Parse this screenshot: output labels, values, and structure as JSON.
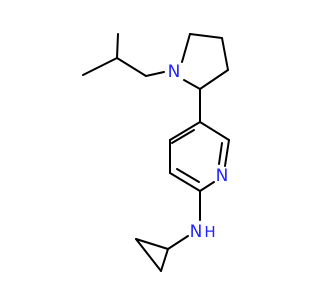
{
  "colors": {
    "background": "#ffffff",
    "bond": "#000000",
    "nitrogen": "#2323ff"
  },
  "atoms": {
    "pyrrolidine_n": "N",
    "pyridine_n": "N",
    "amine_n": "N",
    "amine_h": "H"
  }
}
